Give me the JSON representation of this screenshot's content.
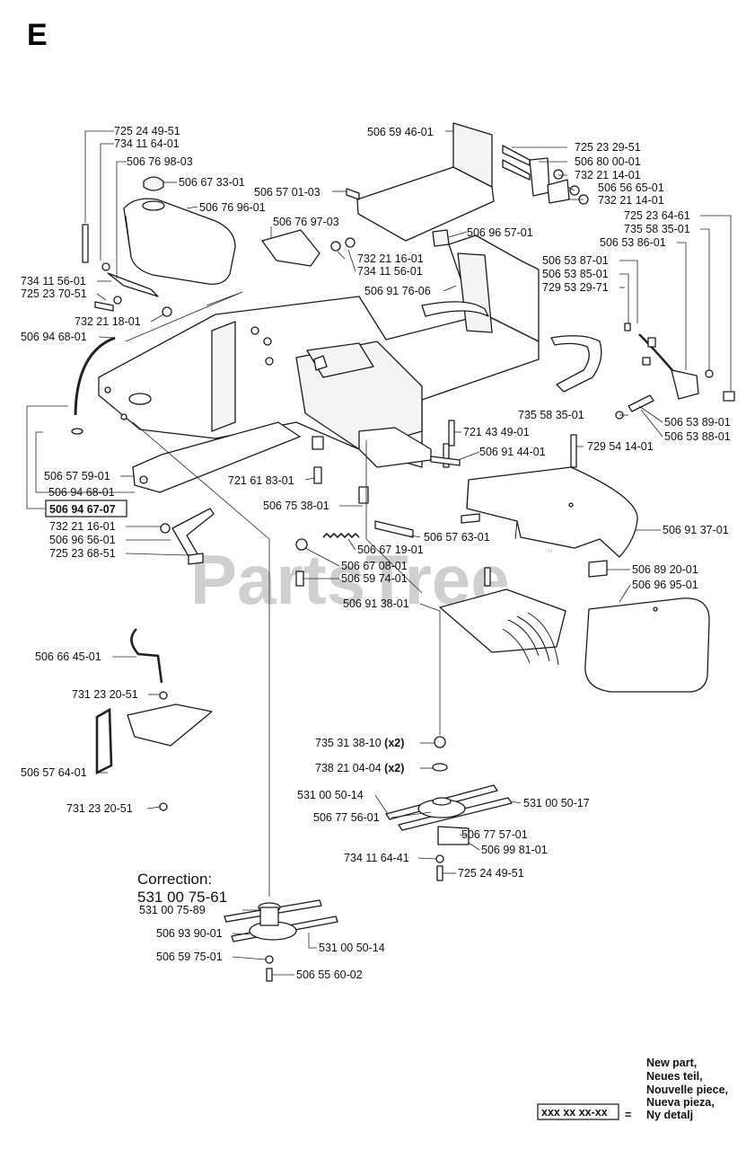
{
  "page": {
    "section_letter": "E",
    "watermark": "PartsTree",
    "watermark_tm": "™"
  },
  "correction": {
    "heading": "Correction:",
    "part": "531 00 75-61"
  },
  "legend": {
    "box_text": "xxx xx xx-xx",
    "equals": "=",
    "lines": [
      "New part,",
      "Neues teil,",
      "Nouvelle piece,",
      "Nueva pieza,",
      "Ny detalj"
    ]
  },
  "labels": [
    {
      "text": "725 24 49-51"
    },
    {
      "text": "734 11 64-01"
    },
    {
      "text": "506 76 98-03"
    },
    {
      "text": "506 67 33-01"
    },
    {
      "text": "506 76 96-01"
    },
    {
      "text": "506 76 97-03"
    },
    {
      "text": "732 21 16-01"
    },
    {
      "text": "734 11 56-01"
    },
    {
      "text": "734 11 56-01"
    },
    {
      "text": "725 23 70-51"
    },
    {
      "text": "732 21 18-01"
    },
    {
      "text": "506 94 68-01"
    },
    {
      "text": "506 59 46-01"
    },
    {
      "text": "506 57 01-03"
    },
    {
      "text": "506 96 57-01"
    },
    {
      "text": "506 91 76-06"
    },
    {
      "text": "725 23 29-51"
    },
    {
      "text": "506 80 00-01"
    },
    {
      "text": "732 21 14-01"
    },
    {
      "text": "506 56 65-01"
    },
    {
      "text": "732 21 14-01"
    },
    {
      "text": "725 23 64-61"
    },
    {
      "text": "735 58 35-01"
    },
    {
      "text": "506 53 86-01"
    },
    {
      "text": "506 53 87-01"
    },
    {
      "text": "506 53 85-01"
    },
    {
      "text": "729 53 29-71"
    },
    {
      "text": "735 58 35-01"
    },
    {
      "text": "506 53 89-01"
    },
    {
      "text": "506 53 88-01"
    },
    {
      "text": "721 43 49-01"
    },
    {
      "text": "506 91 44-01"
    },
    {
      "text": "729 54 14-01"
    },
    {
      "text": "506 57 59-01"
    },
    {
      "text": "506 94 68-01"
    },
    {
      "text": "506 94 67-07"
    },
    {
      "text": "721 61 83-01"
    },
    {
      "text": "506 75 38-01"
    },
    {
      "text": "732 21 16-01"
    },
    {
      "text": "506 96 56-01"
    },
    {
      "text": "725 23 68-51"
    },
    {
      "text": "506 57 63-01"
    },
    {
      "text": "506 67 19-01"
    },
    {
      "text": "506 67 08-01"
    },
    {
      "text": "506 59 74-01"
    },
    {
      "text": "506 91 38-01"
    },
    {
      "text": "506 91 37-01"
    },
    {
      "text": "506 89 20-01"
    },
    {
      "text": "506 96 95-01"
    },
    {
      "text": "506 66 45-01"
    },
    {
      "text": "731 23 20-51"
    },
    {
      "text": "506 57 64-01"
    },
    {
      "text": "731 23 20-51"
    },
    {
      "text": "735 31 38-10",
      "suffix": "(x2)"
    },
    {
      "text": "738 21 04-04",
      "suffix": "(x2)"
    },
    {
      "text": "531 00 50-14"
    },
    {
      "text": "531 00 50-17"
    },
    {
      "text": "506 77 56-01"
    },
    {
      "text": "506 77 57-01"
    },
    {
      "text": "506 99 81-01"
    },
    {
      "text": "734 11 64-41"
    },
    {
      "text": "725 24 49-51"
    },
    {
      "text": "531 00 75-89"
    },
    {
      "text": "506 93 90-01"
    },
    {
      "text": "531 00 50-14"
    },
    {
      "text": "506 59 75-01"
    },
    {
      "text": "506 55 60-02"
    }
  ]
}
